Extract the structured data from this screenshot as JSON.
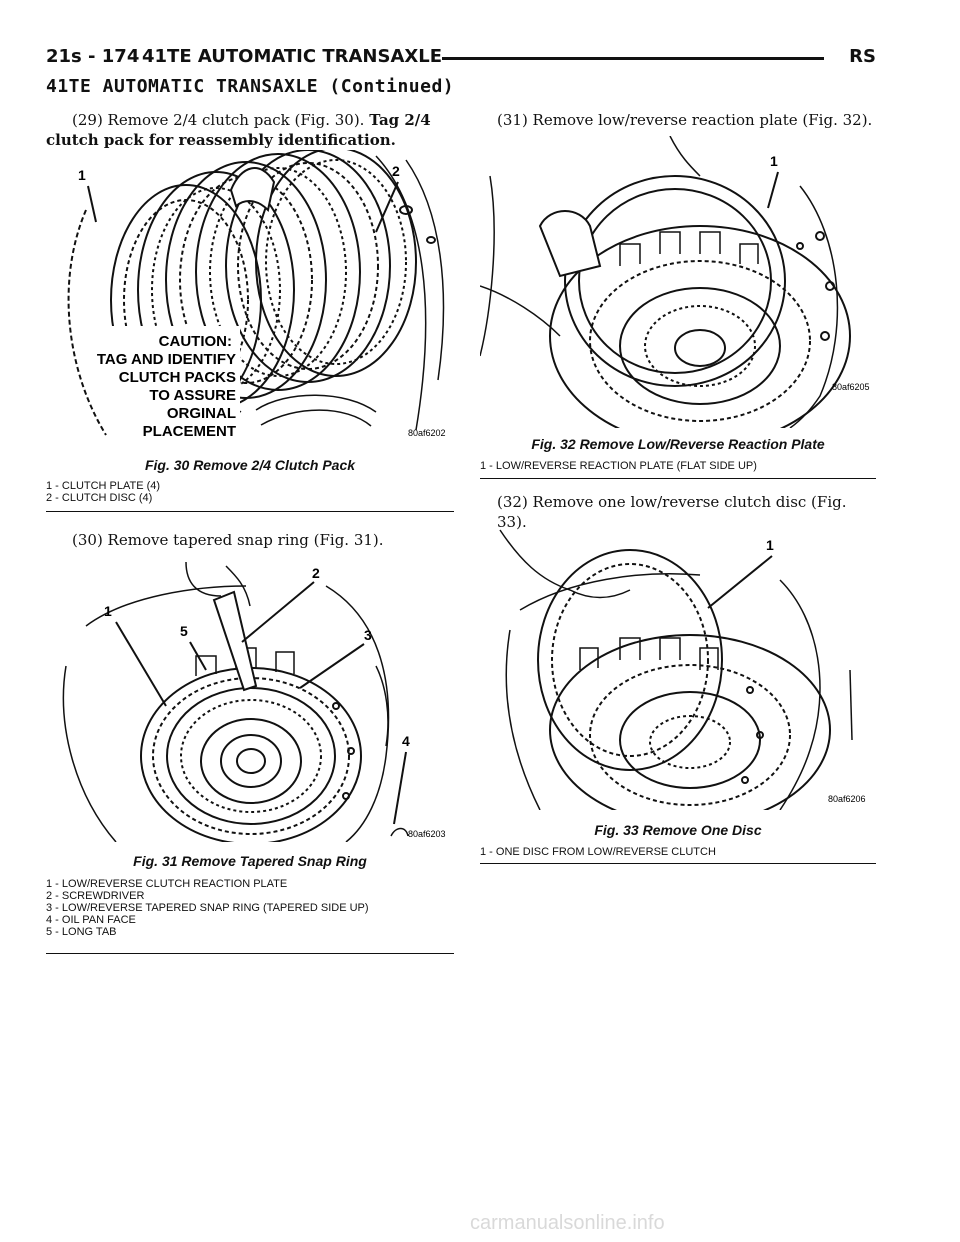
{
  "header": {
    "page": "21s - 174",
    "title": "41TE AUTOMATIC TRANSAXLE",
    "code": "RS",
    "section": "41TE AUTOMATIC TRANSAXLE (Continued)"
  },
  "steps": {
    "s29_plain": "(29) Remove 2/4 clutch pack (Fig. 30).",
    "s29_bold_a": "Tag 2/4",
    "s29_bold_b": "clutch pack for reassembly identification.",
    "s30": "(30) Remove tapered snap ring (Fig. 31).",
    "s31": "(31) Remove low/reverse reaction plate (Fig. 32).",
    "s32": "(32) Remove one low/reverse clutch disc (Fig. 33)."
  },
  "fig30": {
    "caption": "Fig. 30 Remove 2/4 Clutch Pack",
    "code": "80af6202",
    "callouts": [
      "1",
      "2"
    ],
    "caution": [
      "CAUTION:",
      "TAG AND IDENTIFY",
      "CLUTCH PACKS",
      "TO ASSURE",
      "ORGINAL",
      "PLACEMENT"
    ],
    "legend": [
      "1 - CLUTCH PLATE (4)",
      "2 - CLUTCH DISC (4)"
    ]
  },
  "fig31": {
    "caption": "Fig. 31 Remove Tapered Snap Ring",
    "code": "80af6203",
    "callouts": [
      "1",
      "2",
      "3",
      "4",
      "5"
    ],
    "legend": [
      "1 - LOW/REVERSE CLUTCH REACTION PLATE",
      "2 - SCREWDRIVER",
      "3 - LOW/REVERSE TAPERED SNAP RING (TAPERED SIDE UP)",
      "4 - OIL PAN FACE",
      "5 - LONG TAB"
    ]
  },
  "fig32": {
    "caption": "Fig. 32 Remove Low/Reverse Reaction Plate",
    "code": "80af6205",
    "callouts": [
      "1"
    ],
    "legend": [
      "1 - LOW/REVERSE REACTION PLATE (FLAT SIDE UP)"
    ]
  },
  "fig33": {
    "caption": "Fig. 33 Remove One Disc",
    "code": "80af6206",
    "callouts": [
      "1"
    ],
    "legend": [
      "1 - ONE DISC FROM LOW/REVERSE CLUTCH"
    ]
  },
  "watermark": "carmanualsonline.info"
}
